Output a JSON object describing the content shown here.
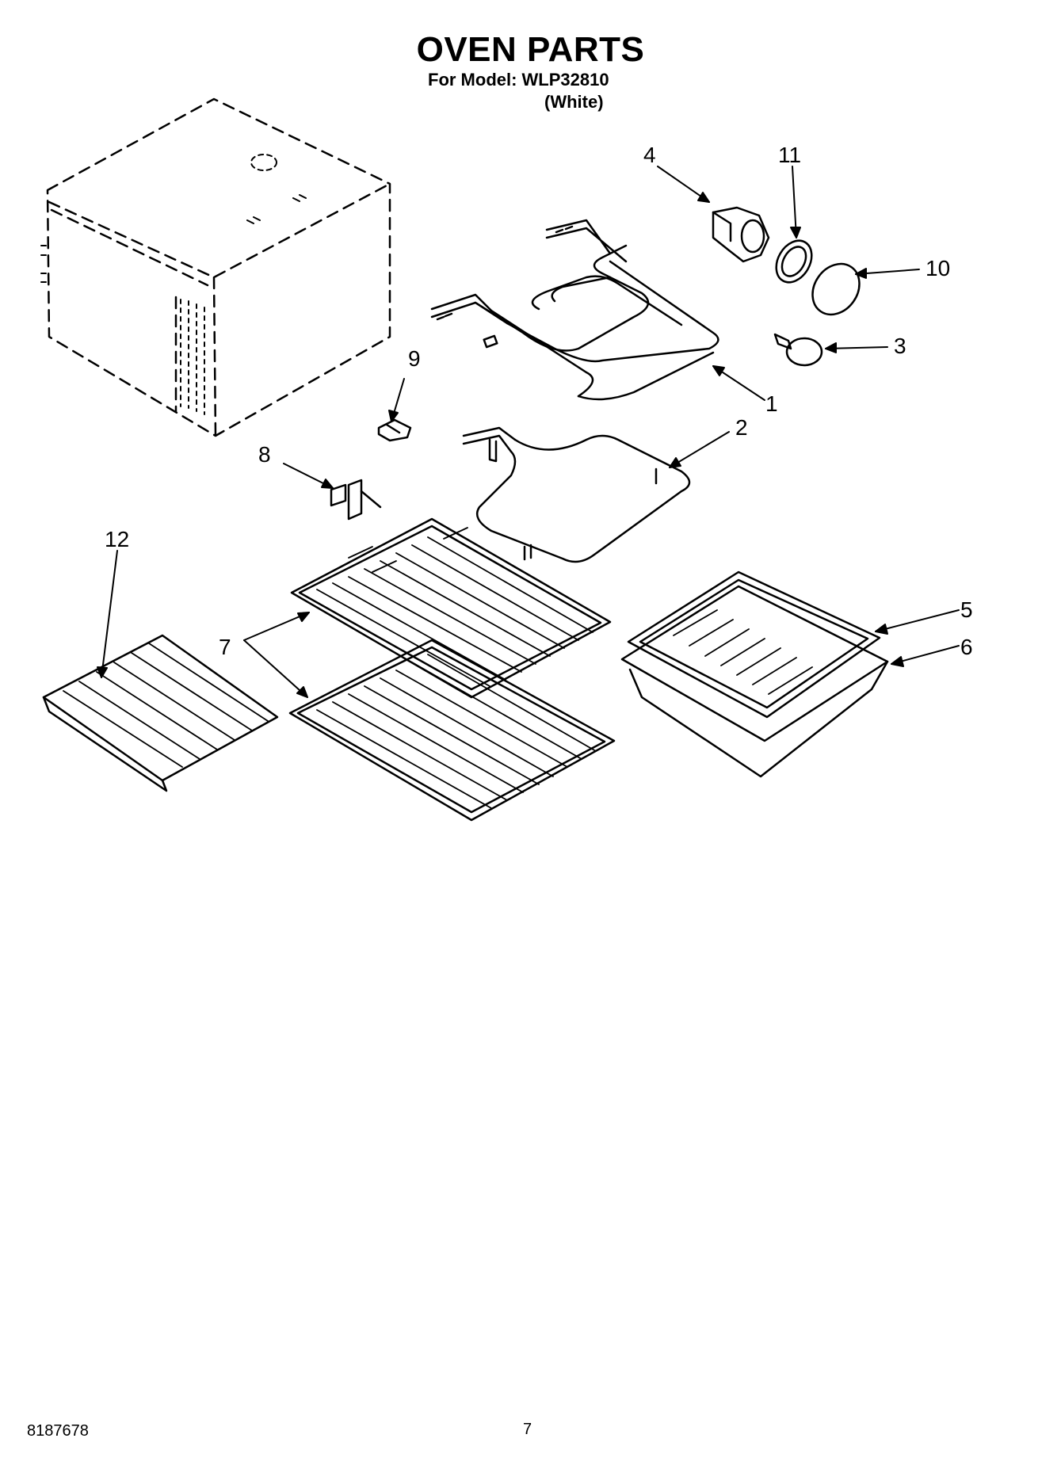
{
  "header": {
    "title": "OVEN PARTS",
    "model_line": "For Model: WLP32810",
    "color_line": "(White)"
  },
  "callouts": [
    "1",
    "2",
    "3",
    "4",
    "5",
    "6",
    "7",
    "8",
    "9",
    "10",
    "11",
    "12"
  ],
  "footer": {
    "doc_number": "8187678",
    "page_number": "7"
  }
}
